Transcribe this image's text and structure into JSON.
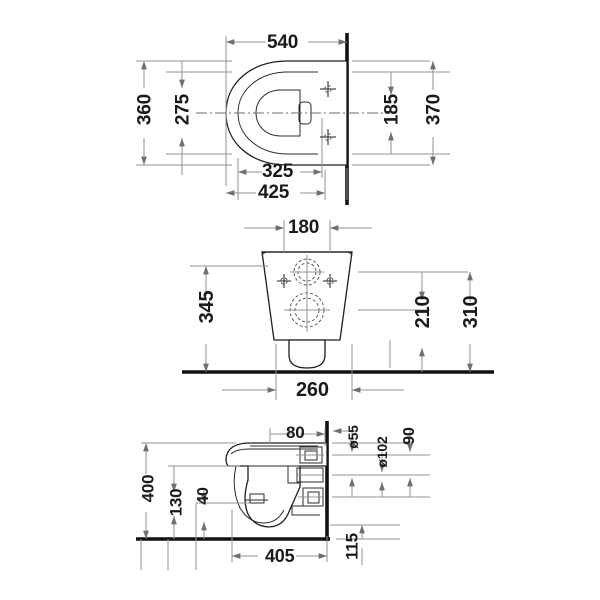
{
  "drawing": {
    "type": "technical-dimensional-drawing",
    "subject": "wall-hung toilet (wall-mounted WC)",
    "units": "mm",
    "background_color": "#ffffff",
    "line_color": "#939393",
    "object_color": "#1d1d1d",
    "text_color": "#1a1a1a"
  },
  "views": {
    "top": {
      "name": "top-view",
      "dimensions": {
        "overall_length": "540",
        "bowl_width": "360",
        "seat_width": "275",
        "mount_hole_spacing": "185",
        "wall_height_ref": "370",
        "projection_inner": "325",
        "projection_outer": "425"
      }
    },
    "front": {
      "name": "front-view",
      "dimensions": {
        "mount_hole_spacing": "180",
        "height": "345",
        "outlet_height": "210",
        "overall_height": "310",
        "base_width": "260"
      }
    },
    "side": {
      "name": "side-view",
      "dimensions": {
        "wall_offset": "80",
        "outlet_dia_small": "ø55",
        "outlet_dia_large": "ø102",
        "outlet_top_offset": "90",
        "seat_height": "400",
        "lower_offset": "130",
        "foot_offset": "40",
        "projection": "405",
        "outlet_from_floor": "115"
      }
    }
  },
  "labels": [
    {
      "id": "d540",
      "text": "540",
      "view": "top",
      "orient": "h"
    },
    {
      "id": "d360",
      "text": "360",
      "view": "top",
      "orient": "v"
    },
    {
      "id": "d275",
      "text": "275",
      "view": "top",
      "orient": "v"
    },
    {
      "id": "d185",
      "text": "185",
      "view": "top",
      "orient": "v"
    },
    {
      "id": "d370",
      "text": "370",
      "view": "top",
      "orient": "v"
    },
    {
      "id": "d325",
      "text": "325",
      "view": "top",
      "orient": "h"
    },
    {
      "id": "d425",
      "text": "425",
      "view": "top",
      "orient": "h"
    },
    {
      "id": "d180",
      "text": "180",
      "view": "front",
      "orient": "h"
    },
    {
      "id": "d345",
      "text": "345",
      "view": "front",
      "orient": "v"
    },
    {
      "id": "d210",
      "text": "210",
      "view": "front",
      "orient": "v"
    },
    {
      "id": "d310",
      "text": "310",
      "view": "front",
      "orient": "v"
    },
    {
      "id": "d260",
      "text": "260",
      "view": "front",
      "orient": "h"
    },
    {
      "id": "d80",
      "text": "80",
      "view": "side",
      "orient": "h"
    },
    {
      "id": "d55",
      "text": "ø55",
      "view": "side",
      "orient": "v"
    },
    {
      "id": "d102",
      "text": "ø102",
      "view": "side",
      "orient": "v"
    },
    {
      "id": "d90",
      "text": "90",
      "view": "side",
      "orient": "v"
    },
    {
      "id": "d400",
      "text": "400",
      "view": "side",
      "orient": "v"
    },
    {
      "id": "d130",
      "text": "130",
      "view": "side",
      "orient": "v"
    },
    {
      "id": "d40",
      "text": "40",
      "view": "side",
      "orient": "v"
    },
    {
      "id": "d405",
      "text": "405",
      "view": "side",
      "orient": "h"
    },
    {
      "id": "d115",
      "text": "115",
      "view": "side",
      "orient": "v"
    }
  ]
}
